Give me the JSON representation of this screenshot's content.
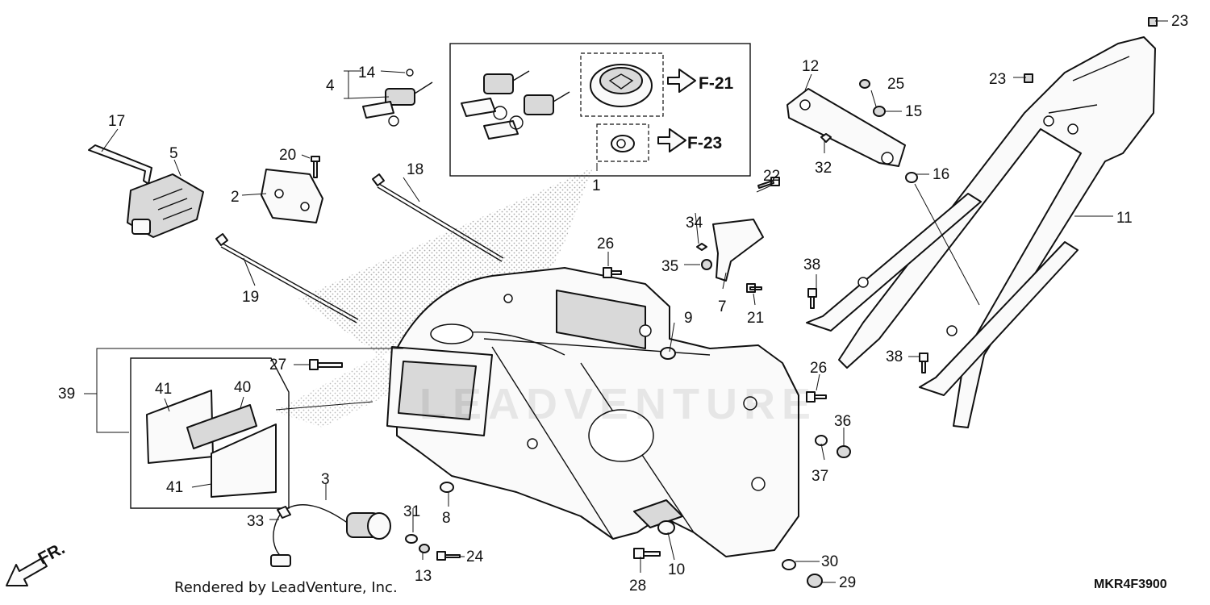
{
  "diagram": {
    "footer": {
      "credit": "Rendered by LeadVenture, Inc.",
      "code": "MKR4F3900"
    },
    "watermark": "LEADVENTURE",
    "direction_label": "FR.",
    "references": [
      "F-21",
      "F-23"
    ],
    "callouts": [
      "1",
      "2",
      "3",
      "4",
      "5",
      "7",
      "8",
      "9",
      "10",
      "11",
      "12",
      "13",
      "14",
      "15",
      "16",
      "17",
      "18",
      "19",
      "20",
      "21",
      "22",
      "23",
      "23",
      "24",
      "25",
      "26",
      "26",
      "27",
      "28",
      "29",
      "30",
      "31",
      "32",
      "33",
      "34",
      "35",
      "36",
      "37",
      "38",
      "38",
      "39",
      "40",
      "41",
      "41"
    ]
  }
}
